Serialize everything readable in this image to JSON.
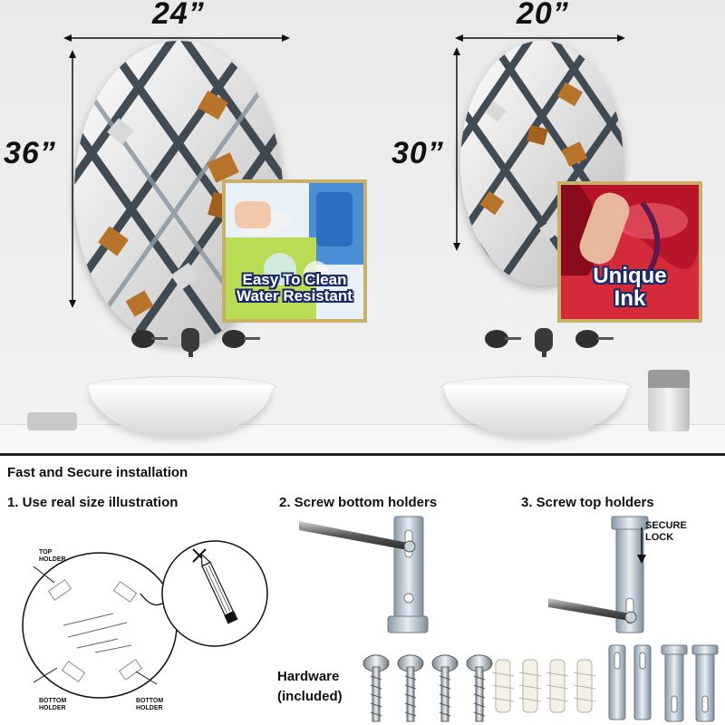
{
  "dimensions": {
    "large_width": "24”",
    "large_height": "36”",
    "small_width": "20”",
    "small_height": "30”"
  },
  "badges": {
    "left_line1": "Easy To Clean",
    "left_line2": "Water Resistant",
    "right_line1": "Unique",
    "right_line2": "Ink"
  },
  "installation": {
    "title": "Fast and Secure installation",
    "step1": "1. Use real size illustration",
    "step2": "2. Screw bottom holders",
    "step3": "3. Screw top holders",
    "top_holder_label": "TOP HOLDER",
    "bottom_holder_left": "BOTTOM HOLDER",
    "bottom_holder_right": "BOTTOM HOLDER",
    "secure_lock": "SECURE LOCK",
    "hardware_line1": "Hardware",
    "hardware_line2": "(included)"
  },
  "icons": [
    "pencil-icon",
    "x-mark-icon",
    "arrow-down-icon",
    "screw-icon",
    "wall-anchor-icon",
    "bracket-icon",
    "screwdriver-icon"
  ]
}
